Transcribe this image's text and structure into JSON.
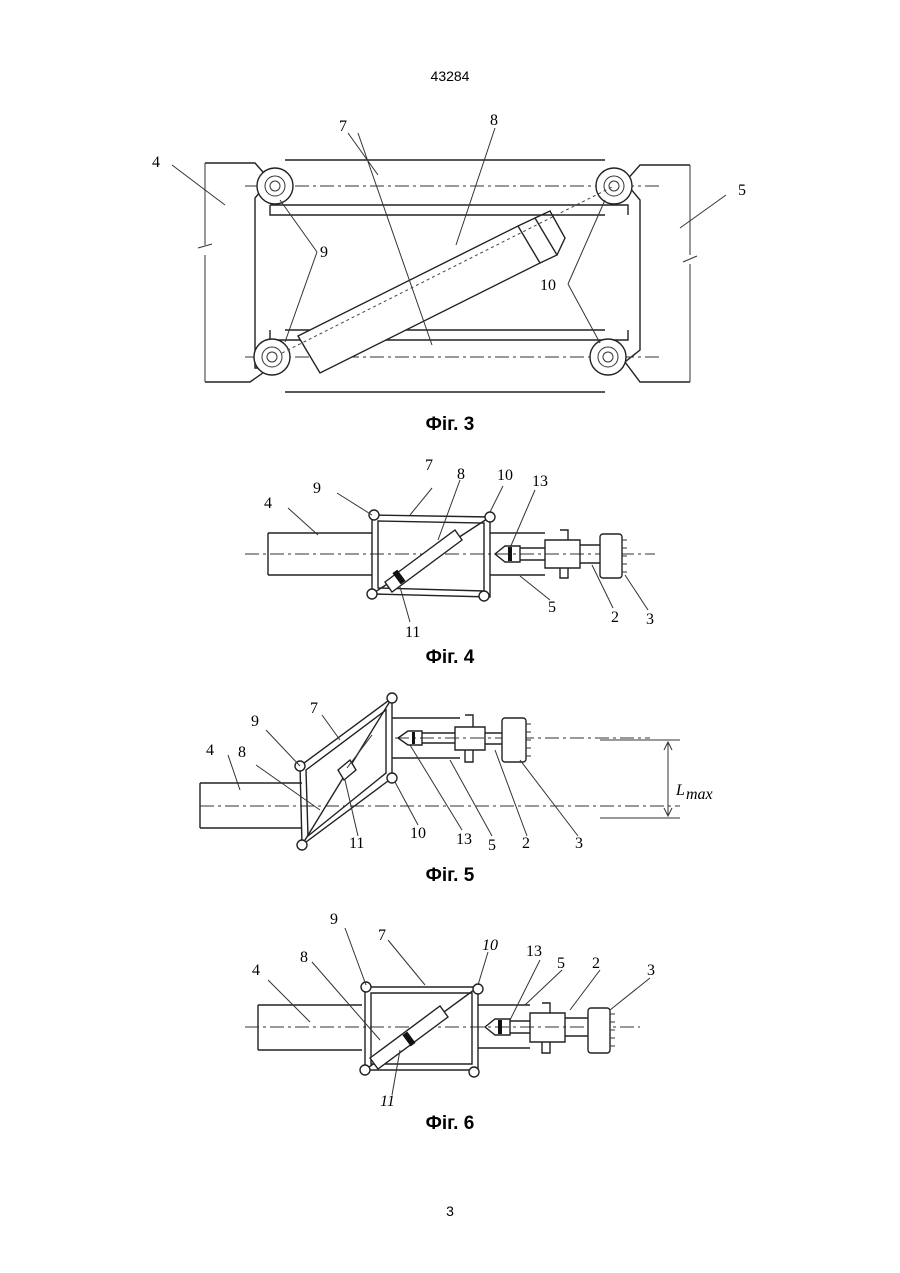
{
  "header": {
    "doc_number": "43284"
  },
  "footer": {
    "page_number": "3"
  },
  "figures": [
    {
      "caption": "Фіг. 3",
      "labels": {
        "l4": "4",
        "l5": "5",
        "l7": "7",
        "l8": "8",
        "l9": "9",
        "l10": "10"
      }
    },
    {
      "caption": "Фіг. 4",
      "labels": {
        "l4": "4",
        "l9": "9",
        "l7": "7",
        "l8": "8",
        "l10": "10",
        "l13": "13",
        "l11": "11",
        "l5": "5",
        "l2": "2",
        "l3": "3"
      }
    },
    {
      "caption": "Фіг. 5",
      "labels": {
        "l9": "9",
        "l7": "7",
        "l4": "4",
        "l8": "8",
        "l11": "11",
        "l10": "10",
        "l13": "13",
        "l5": "5",
        "l2": "2",
        "l3": "3",
        "lmax": "L",
        "lmax_sub": "max"
      }
    },
    {
      "caption": "Фіг. 6",
      "labels": {
        "l9": "9",
        "l7": "7",
        "l10": "10",
        "l13": "13",
        "l5": "5",
        "l2": "2",
        "l3": "3",
        "l4": "4",
        "l8": "8",
        "l11": "11"
      }
    }
  ]
}
